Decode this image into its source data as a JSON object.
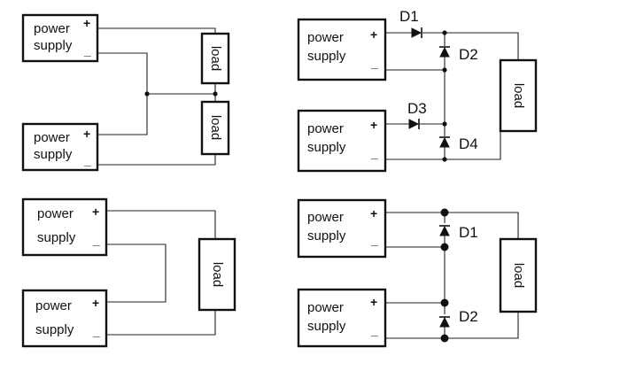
{
  "diagram": {
    "supply_line1": "power",
    "supply_line2": "supply",
    "plus": "+",
    "minus": "_",
    "load": "load",
    "diodes": {
      "d1": "D1",
      "d2": "D2",
      "d3": "D3",
      "d4": "D4"
    }
  }
}
